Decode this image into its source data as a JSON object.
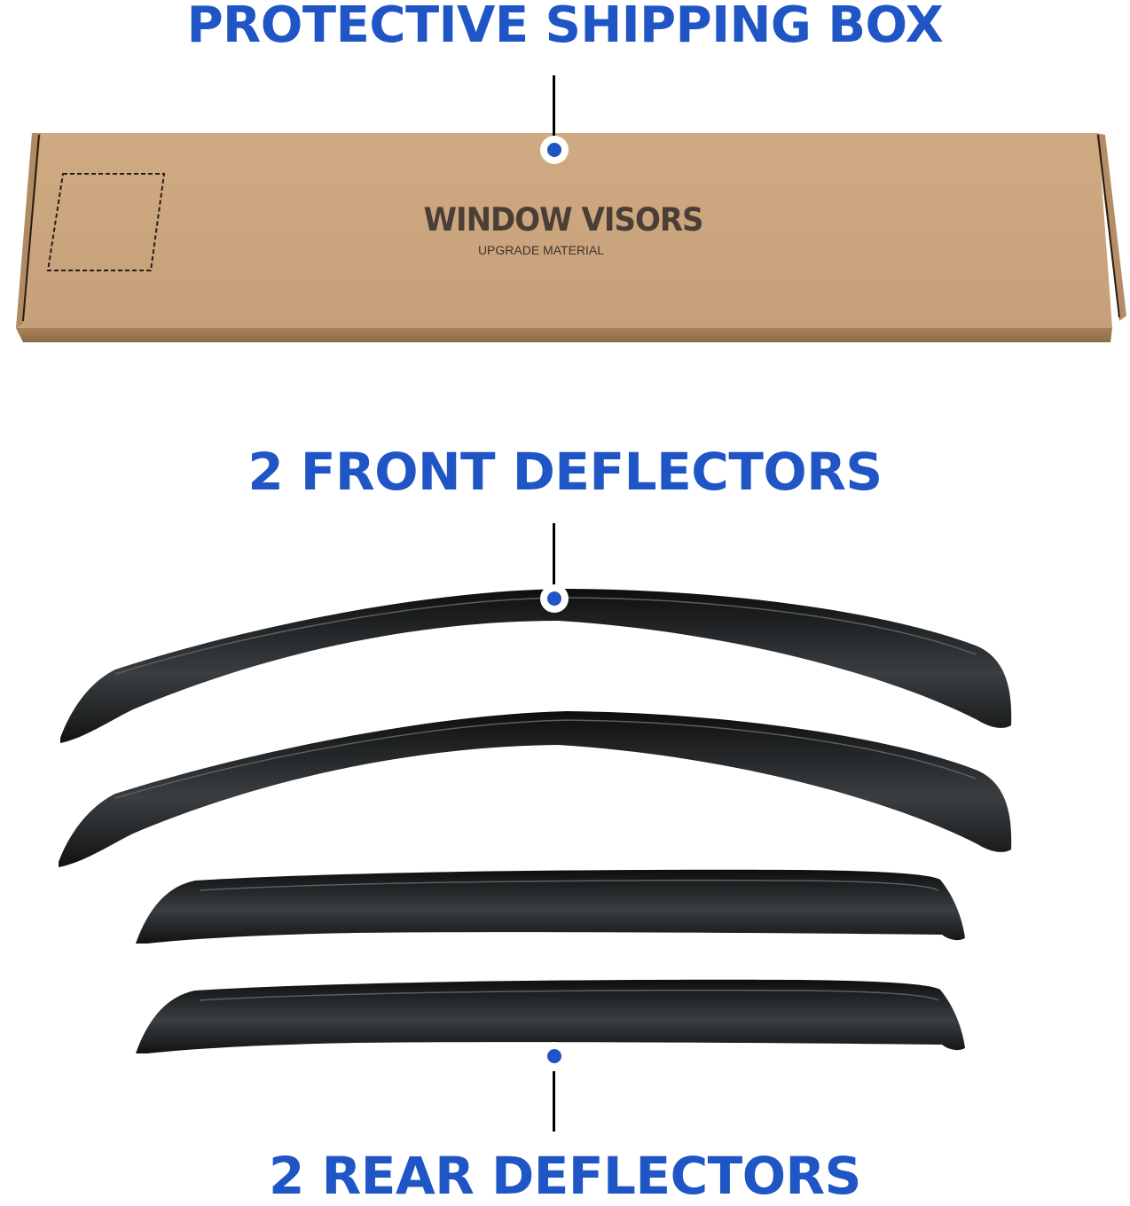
{
  "callouts": {
    "box": {
      "label": "PROTECTIVE SHIPPING BOX"
    },
    "front": {
      "label": "2 FRONT DEFLECTORS"
    },
    "rear": {
      "label": "2 REAR DEFLECTORS"
    }
  },
  "box_print": {
    "title": "WINDOW VISORS",
    "subtitle": "UPGRADE MATERIAL"
  },
  "colors": {
    "accent": "#1f55c4",
    "cardboard": "#c9a47c",
    "deflector": "#141617"
  },
  "items": [
    {
      "name": "shipping box",
      "count": 1
    },
    {
      "name": "front deflector",
      "count": 2
    },
    {
      "name": "rear deflector",
      "count": 2
    }
  ]
}
